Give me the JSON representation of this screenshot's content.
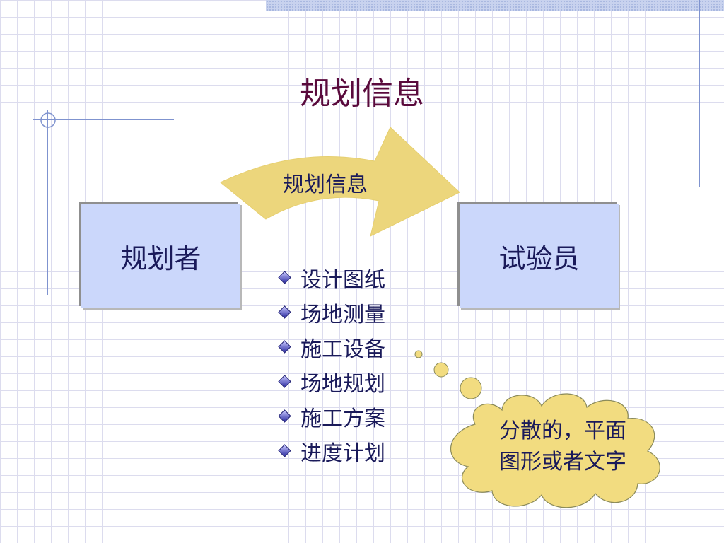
{
  "title": "规划信息",
  "roles": {
    "planner": "规划者",
    "tester": "试验员"
  },
  "arrow_label": "规划信息",
  "items": [
    "设计图纸",
    "场地测量",
    "施工设备",
    "场地规划",
    "施工方案",
    "进度计划"
  ],
  "cloud_text": "分散的，平面\n图形或者文字",
  "colors": {
    "title": "#5a0a3c",
    "box_fill": "#cbd7fb",
    "arrow_fill": "#ecd67c",
    "cloud_fill": "#f2dc80",
    "text": "#1a1a5a"
  }
}
